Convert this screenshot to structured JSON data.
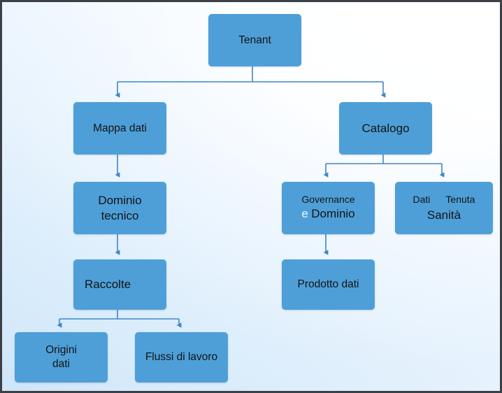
{
  "diagram": {
    "title": "Tenant hierarchy diagram",
    "colors": {
      "node_fill": "#4e9fd8",
      "connector": "#3f86c8",
      "text": "#141414",
      "text_accent": "#f2f8fd",
      "background_top": "#ffffff",
      "background_bottom": "#cfe5fa",
      "border": "#3b3f46"
    },
    "nodes": [
      {
        "id": "tenant",
        "label": "Tenant",
        "lines": [
          "Tenant"
        ]
      },
      {
        "id": "mappa-dati",
        "label": "Mappa dati",
        "lines": [
          "Mappa dati"
        ]
      },
      {
        "id": "catalogo",
        "label": "Catalogo",
        "lines": [
          "Catalogo"
        ]
      },
      {
        "id": "dominio-tecnico",
        "label": "Dominio tecnico",
        "lines": [
          "Dominio",
          "tecnico"
        ]
      },
      {
        "id": "governance-dominio",
        "label": "Governance e Dominio",
        "lines": [
          "Governance",
          "e Dominio"
        ],
        "line2_prefix": "e",
        "line2_rest": "Dominio"
      },
      {
        "id": "dati-tenuta-sanita",
        "label": "Dati Tenuta Sanità",
        "lines": [
          "Dati Tenuta",
          "Sanità"
        ],
        "line1_a": "Dati",
        "line1_b": "Tenuta",
        "line2": "Sanità"
      },
      {
        "id": "raccolte",
        "label": "Raccolte",
        "lines": [
          "Raccolte"
        ]
      },
      {
        "id": "prodotto-dati",
        "label": "Prodotto dati",
        "lines": [
          "Prodotto dati"
        ]
      },
      {
        "id": "origini-dati",
        "label": "Origini dati",
        "lines": [
          "Origini",
          "dati"
        ]
      },
      {
        "id": "flussi-di-lavoro",
        "label": "Flussi di lavoro",
        "lines": [
          "Flussi di lavoro"
        ]
      }
    ],
    "edges": [
      {
        "from": "tenant",
        "to": "mappa-dati"
      },
      {
        "from": "tenant",
        "to": "catalogo"
      },
      {
        "from": "mappa-dati",
        "to": "dominio-tecnico"
      },
      {
        "from": "dominio-tecnico",
        "to": "raccolte"
      },
      {
        "from": "raccolte",
        "to": "origini-dati"
      },
      {
        "from": "raccolte",
        "to": "flussi-di-lavoro"
      },
      {
        "from": "catalogo",
        "to": "governance-dominio"
      },
      {
        "from": "catalogo",
        "to": "dati-tenuta-sanita"
      },
      {
        "from": "governance-dominio",
        "to": "prodotto-dati"
      }
    ]
  }
}
